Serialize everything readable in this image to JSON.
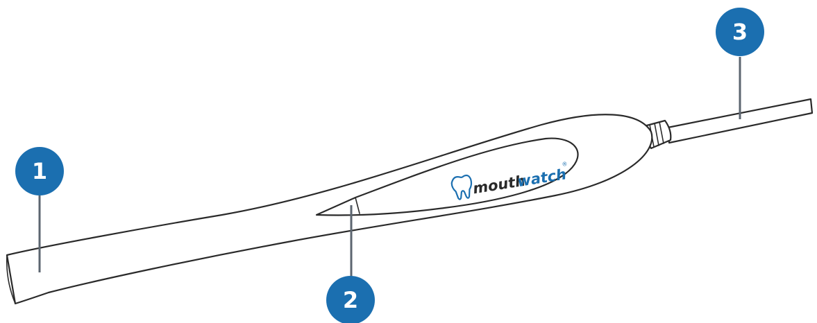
{
  "colors": {
    "badge": "#1b6fb0",
    "leader": "#5c6670",
    "outline": "#2a2a2a",
    "logo_accent": "#1b6fb0"
  },
  "logo": {
    "part1": "mouth",
    "part2": "watch",
    "registered": "®",
    "icon": "tooth-icon"
  },
  "callouts": [
    {
      "number": "1",
      "target": "camera-tip"
    },
    {
      "number": "2",
      "target": "capture-button"
    },
    {
      "number": "3",
      "target": "usb-cable"
    }
  ]
}
